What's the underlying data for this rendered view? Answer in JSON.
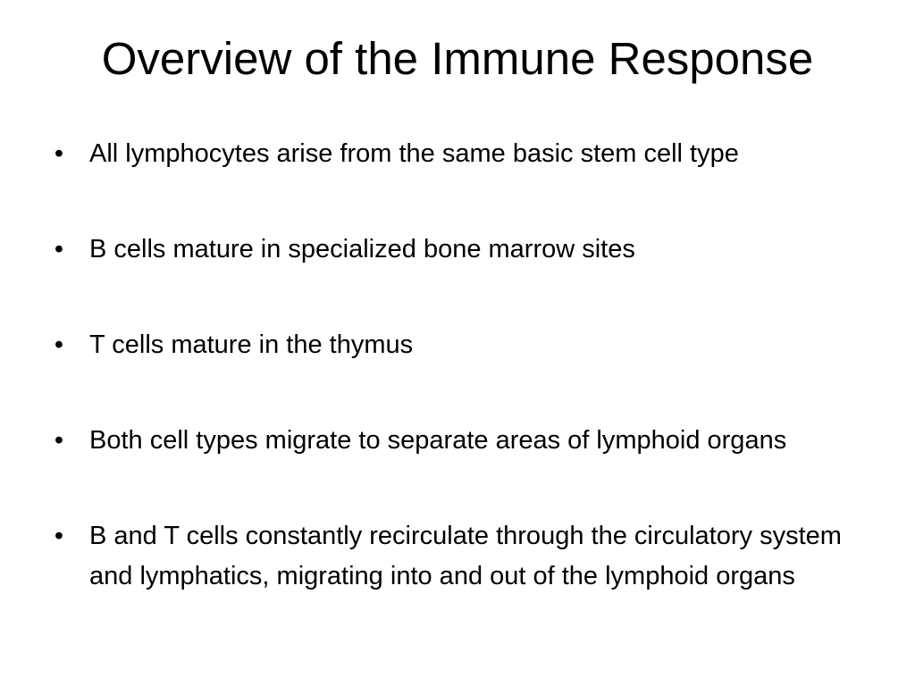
{
  "slide": {
    "title": "Overview of the Immune Response",
    "bullet_char": "•",
    "bullets": [
      "All lymphocytes arise from the same basic stem cell type",
      "B cells mature in specialized bone marrow sites",
      "T cells mature in the thymus",
      "Both cell types migrate to separate areas of lymphoid organs",
      "B and T cells constantly recirculate through the circulatory system and lymphatics, migrating into and out of the lymphoid organs"
    ]
  }
}
